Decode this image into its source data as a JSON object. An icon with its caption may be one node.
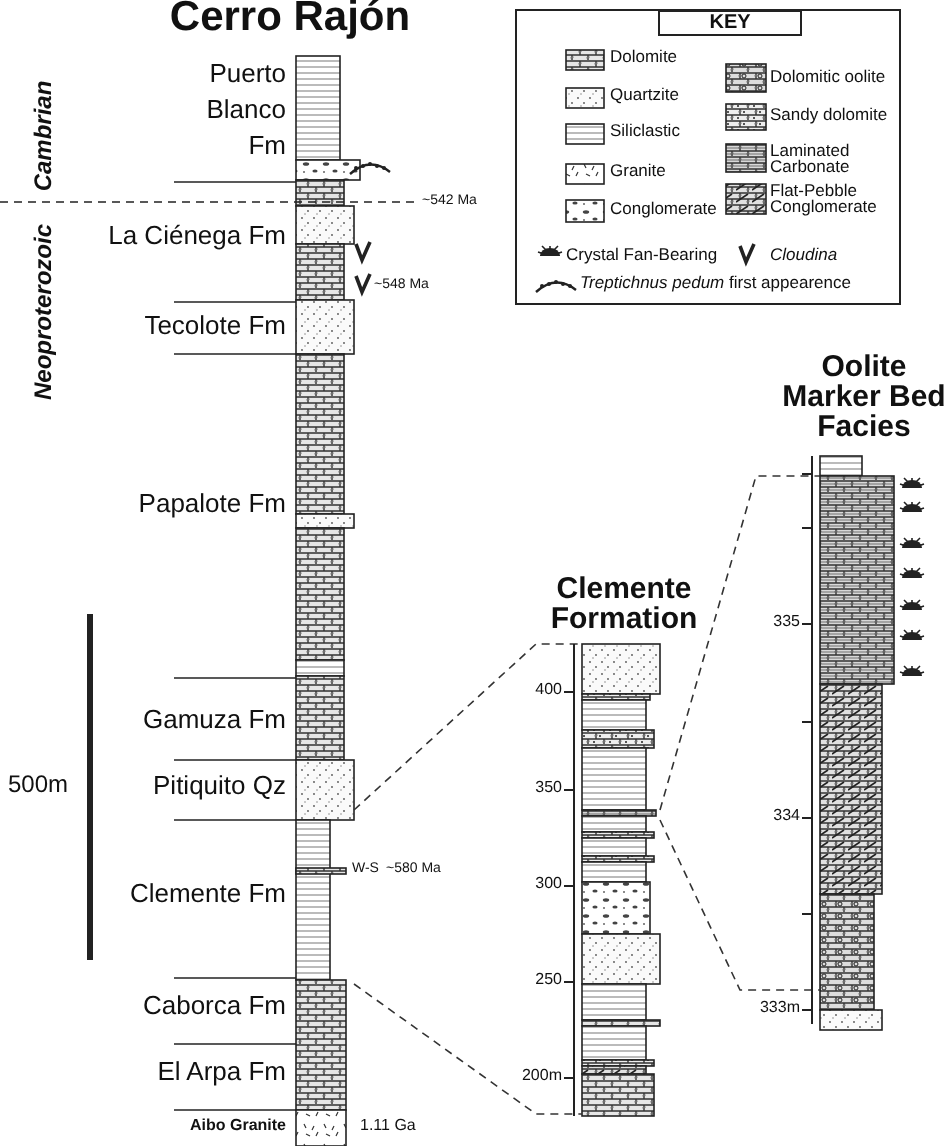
{
  "diagram": {
    "title": "Cerro Rajón",
    "nodes": [
      {
        "text": [],
        "shape": "bar",
        "beside": [
          "Puerto Blanco Fm",
          "La Ciénega Fm",
          "Tecolote Fm",
          "Papalote Fm",
          "Gamuza Fm",
          "Pitiquito Qz",
          "Clemente Fm",
          "Caborca Fm",
          "El Arpa Fm",
          "Aibo Granite"
        ]
      },
      {
        "text": [],
        "shape": "bar",
        "beside": [
          "Clemente Formation"
        ]
      },
      {
        "text": [],
        "shape": "bar",
        "beside": [
          "Oolite Marker Bed Facies"
        ]
      }
    ],
    "edges": [
      {
        "from": 0,
        "to": 1,
        "arrow": "none",
        "style": "dashed"
      },
      {
        "from": 0,
        "to": 1,
        "arrow": "none",
        "style": "dashed"
      },
      {
        "from": 1,
        "to": 2,
        "arrow": "none",
        "style": "dashed"
      },
      {
        "from": 1,
        "to": 2,
        "arrow": "none",
        "style": "dashed"
      }
    ],
    "labels": [
      "Cambrian",
      "~542 Ma",
      "Neoproterozoic",
      "~548 Ma",
      "500m",
      "W-S",
      "~580 Ma",
      "1.11 Ga",
      "KEY",
      "400",
      "350",
      "300",
      "250",
      "200m",
      "335",
      "334",
      "333m"
    ],
    "legend": [
      {
        "text": "Dolomite"
      },
      {
        "text": "Quartzite"
      },
      {
        "text": "Siliclastic"
      },
      {
        "text": "Granite"
      },
      {
        "text": "Conglomerate"
      },
      {
        "text": "Dolomitic oolite"
      },
      {
        "text": "Sandy dolomite"
      },
      {
        "text": "Laminated Carbonate"
      },
      {
        "text": "Flat-Pebble Conglomerate"
      },
      {
        "text": "Crystal Fan-Bearing"
      },
      {
        "text": "Cloudina"
      },
      {
        "text": "*Treptichnus pedum* first appearence"
      }
    ]
  }
}
